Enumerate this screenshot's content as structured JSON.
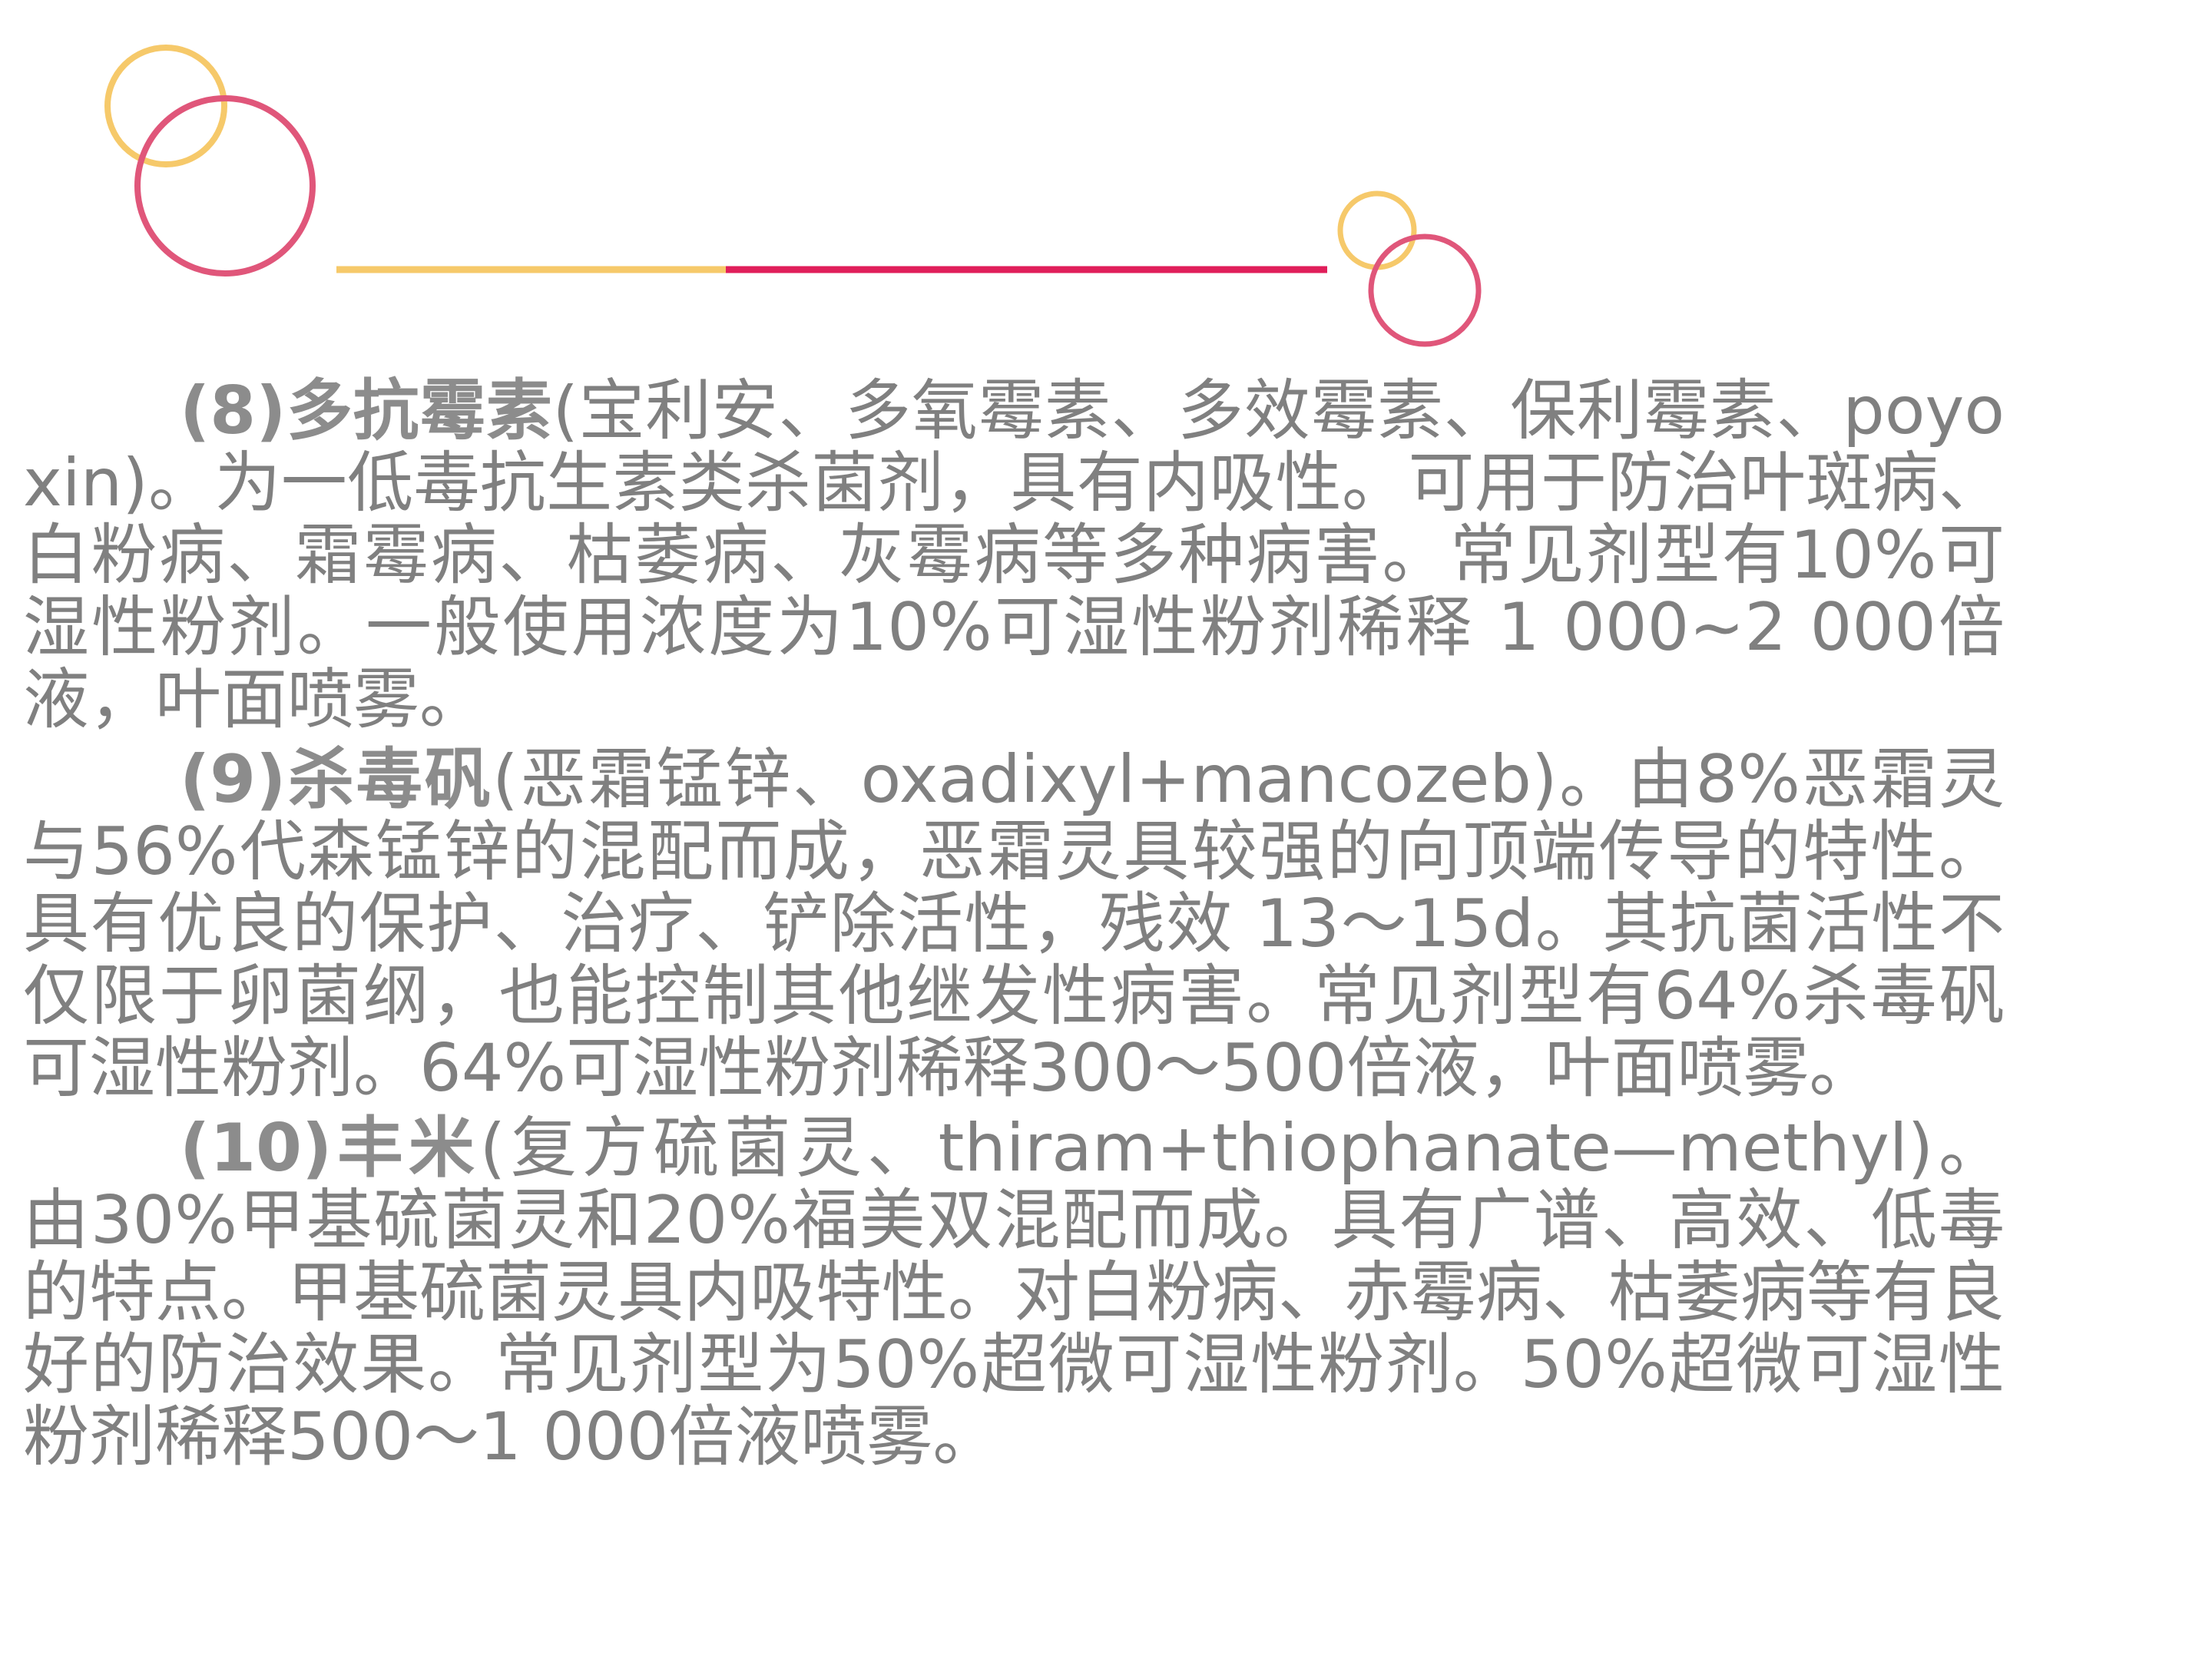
{
  "colors": {
    "text": "#808080",
    "accent_yellow": "#f6c96a",
    "accent_pink": "#e0567a",
    "accent_magenta": "#e01e5a"
  },
  "paragraphs": [
    {
      "label": "(8)",
      "name": "多抗霉素",
      "body": "(宝利安、多氧霉素、多效霉素、保利霉素、poyoxin)。为一低毒抗生素类杀菌剂，具有内吸性。可用于防治叶斑病、白粉病、霜霉病、枯萎病、灰霉病等多种病害。常见剂型有10%可湿性粉剂。一般使用浓度为10%可湿性粉剂稀释 1 000~2 000倍液，叶面喷雾。"
    },
    {
      "label": "(9)",
      "name": "杀毒矾",
      "body": "(恶霜锰锌、oxadixyl+mancozeb)。由8%恶霜灵与56%代森锰锌的混配而成，恶霜灵具较强的向顶端传导的特性。具有优良的保护、治疗、铲除活性，残效 13～15d。其抗菌活性不仅限于卵菌纲，也能控制其他继发性病害。常见剂型有64%杀毒矾可湿性粉剂。64%可湿性粉剂稀释300～500倍液，叶面喷雾。"
    },
    {
      "label": "(10)",
      "name": "丰米",
      "body": "(复方硫菌灵、thiram+thiophanate—methyl)。由30%甲基硫菌灵和20%福美双混配而成。具有广谱、高效、低毒的特点。甲基硫菌灵具内吸特性。对白粉病、赤霉病、枯萎病等有良好的防治效果。常见剂型为50%超微可湿性粉剂。50%超微可湿性粉剂稀释500～1 000倍液喷雾。"
    }
  ]
}
